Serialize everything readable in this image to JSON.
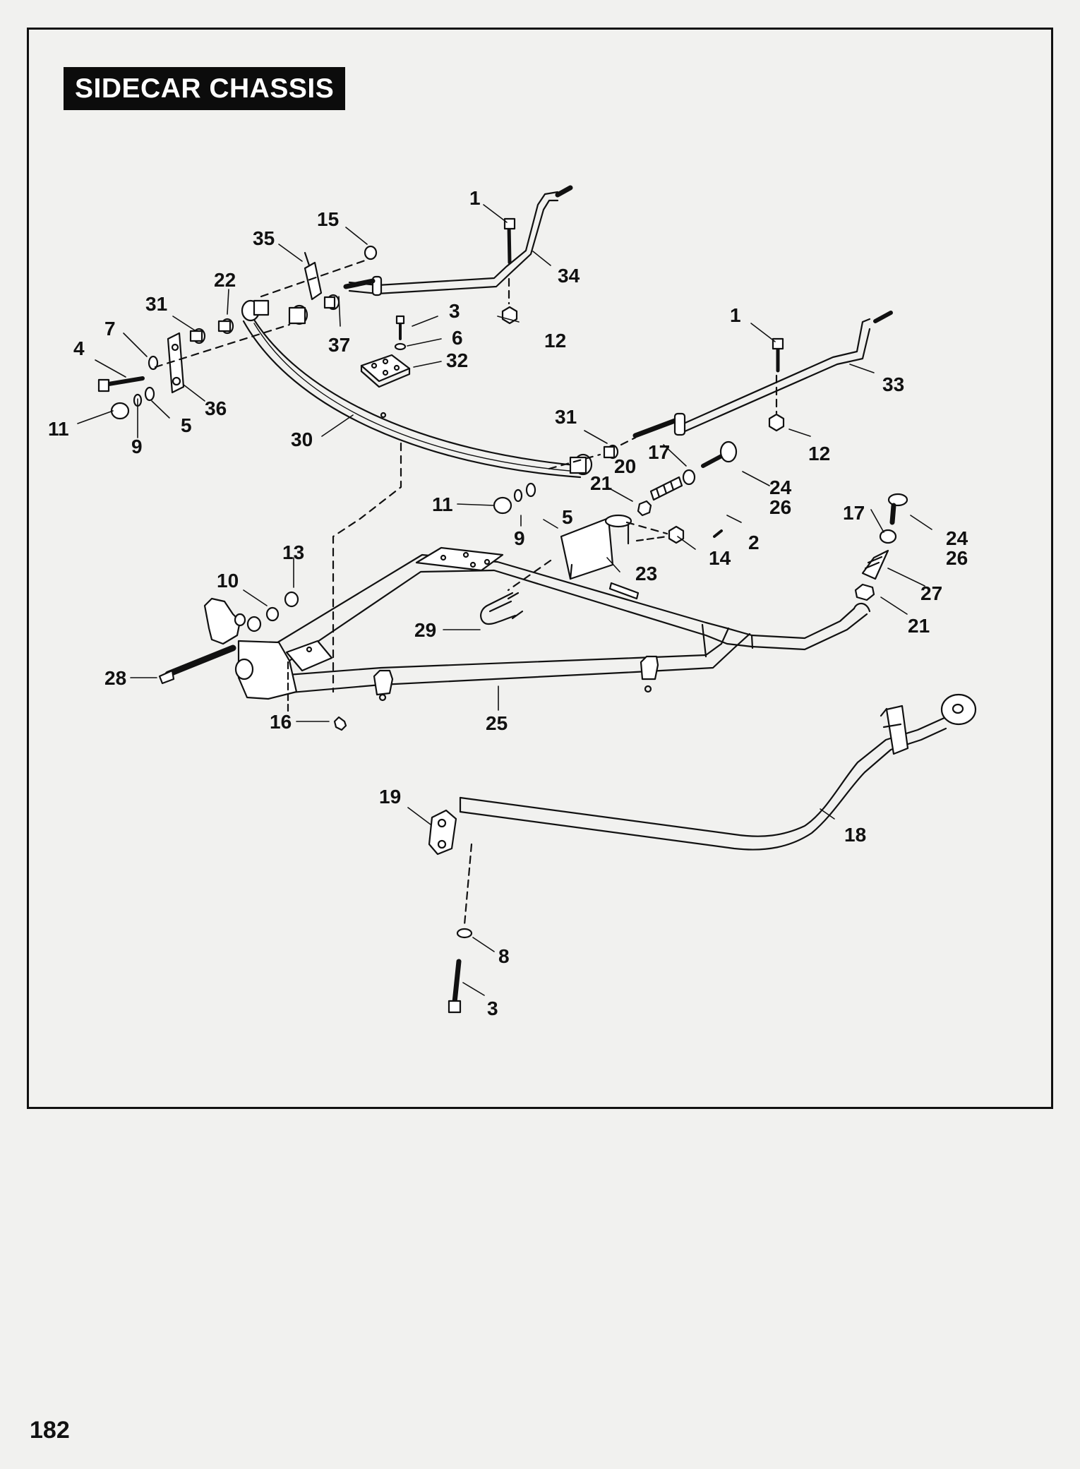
{
  "title": "SIDECAR CHASSIS",
  "page_number": "182",
  "callouts": [
    {
      "id": "c1a",
      "text": "1"
    },
    {
      "id": "c15",
      "text": "15"
    },
    {
      "id": "c35",
      "text": "35"
    },
    {
      "id": "c34",
      "text": "34"
    },
    {
      "id": "c22",
      "text": "22"
    },
    {
      "id": "c31a",
      "text": "31"
    },
    {
      "id": "c37",
      "text": "37"
    },
    {
      "id": "c3a",
      "text": "3"
    },
    {
      "id": "c12a",
      "text": "12"
    },
    {
      "id": "c6",
      "text": "6"
    },
    {
      "id": "c32",
      "text": "32"
    },
    {
      "id": "c7",
      "text": "7"
    },
    {
      "id": "c4",
      "text": "4"
    },
    {
      "id": "c36",
      "text": "36"
    },
    {
      "id": "c11a",
      "text": "11"
    },
    {
      "id": "c9a",
      "text": "9"
    },
    {
      "id": "c5a",
      "text": "5"
    },
    {
      "id": "c30",
      "text": "30"
    },
    {
      "id": "c1b",
      "text": "1"
    },
    {
      "id": "c33",
      "text": "33"
    },
    {
      "id": "c31b",
      "text": "31"
    },
    {
      "id": "c12b",
      "text": "12"
    },
    {
      "id": "c17a",
      "text": "17"
    },
    {
      "id": "c20",
      "text": "20"
    },
    {
      "id": "c21a",
      "text": "21"
    },
    {
      "id": "c24a",
      "text": "24"
    },
    {
      "id": "c26a",
      "text": "26"
    },
    {
      "id": "c11b",
      "text": "11"
    },
    {
      "id": "c9b",
      "text": "9"
    },
    {
      "id": "c5b",
      "text": "5"
    },
    {
      "id": "c2",
      "text": "2"
    },
    {
      "id": "c14",
      "text": "14"
    },
    {
      "id": "c23",
      "text": "23"
    },
    {
      "id": "c17b",
      "text": "17"
    },
    {
      "id": "c24b",
      "text": "24"
    },
    {
      "id": "c26b",
      "text": "26"
    },
    {
      "id": "c27",
      "text": "27"
    },
    {
      "id": "c21b",
      "text": "21"
    },
    {
      "id": "c13",
      "text": "13"
    },
    {
      "id": "c10",
      "text": "10"
    },
    {
      "id": "c29",
      "text": "29"
    },
    {
      "id": "c28",
      "text": "28"
    },
    {
      "id": "c25",
      "text": "25"
    },
    {
      "id": "c16",
      "text": "16"
    },
    {
      "id": "c19",
      "text": "19"
    },
    {
      "id": "c18",
      "text": "18"
    },
    {
      "id": "c8",
      "text": "8"
    },
    {
      "id": "c3b",
      "text": "3"
    }
  ]
}
